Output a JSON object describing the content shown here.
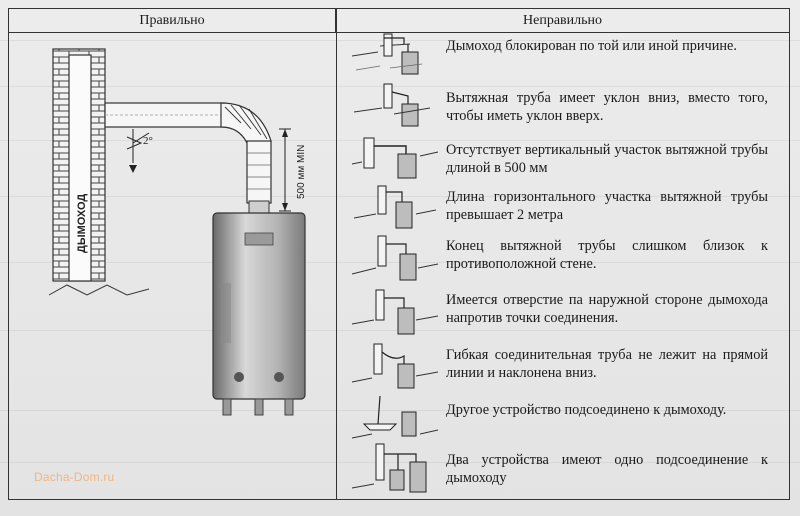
{
  "table": {
    "header_left": "Правильно",
    "header_right": "Неправильно"
  },
  "diagram": {
    "chimney_label": "ДЫМОХОД",
    "angle_label": "2°",
    "height_label": "500 мм MIN"
  },
  "incorrect_items": [
    "Дымоход блокирован по той или иной причине.",
    "Вытяжная труба имеет уклон вниз, вместо того, чтобы иметь уклон вверх.",
    "Отсутствует вертикальный участок вытяжной трубы длиной в 500 мм",
    "Длина горизонтального участка вытяжной трубы превышает 2 метра",
    "Конец вытяжной трубы слишком близок к противоположной стене.",
    "Имеется отверстие па наружной стороне дымохода напротив точки соединения.",
    "Гибкая соединительная труба не лежит на прямой линии и наклонена вниз.",
    "Другое устройство подсоединено к дымоходу.",
    "Два устройства имеют одно подсоединение к дымоходу"
  ],
  "watermark": "Dacha-Dom.ru",
  "icons": [
    "brick-chimney-icon",
    "gas-water-heater-icon",
    "flue-pipe-icon",
    "wrong-installation-thumbnail-icon"
  ]
}
